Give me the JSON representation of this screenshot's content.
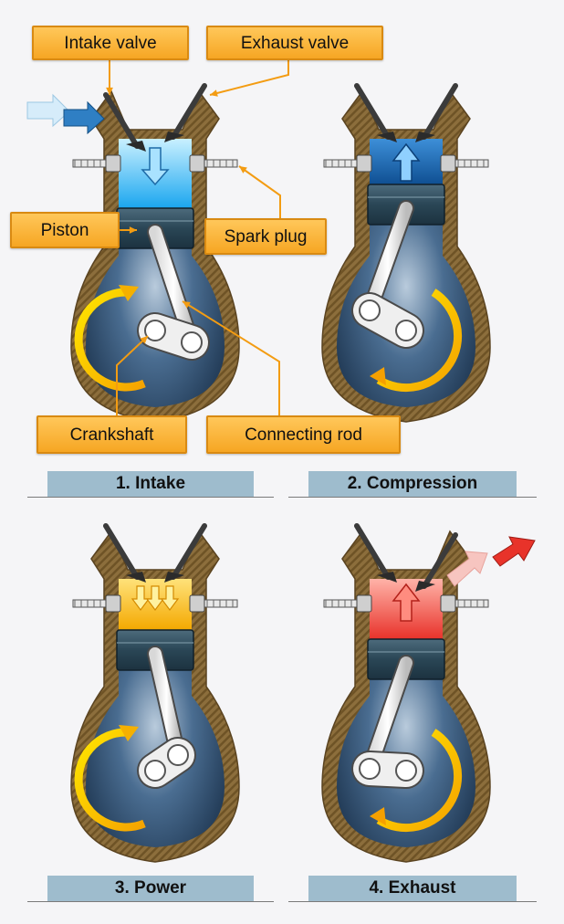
{
  "callouts": {
    "intake_valve": "Intake valve",
    "exhaust_valve": "Exhaust valve",
    "piston": "Piston",
    "spark_plug": "Spark plug",
    "crankshaft": "Crankshaft",
    "connecting_rod": "Connecting rod"
  },
  "stages": [
    {
      "label": "1. Intake",
      "chamber": "intake"
    },
    {
      "label": "2. Compression",
      "chamber": "compression"
    },
    {
      "label": "3. Power",
      "chamber": "power"
    },
    {
      "label": "4. Exhaust",
      "chamber": "exhaust"
    }
  ],
  "colors": {
    "callout_fill": "#f6a623",
    "callout_border": "#d98a12",
    "leader_line": "#f39c12",
    "label_band": "#9ebccd",
    "engine_block": "#8b6f3e",
    "crankcase": "#2c4a6b",
    "intake_charge": "#39b7f2",
    "compression_charge": "#1e6fb8",
    "power_charge": "#f7b500",
    "exhaust_charge": "#ef4a3c",
    "rotation_arrow": "#f5c400"
  }
}
